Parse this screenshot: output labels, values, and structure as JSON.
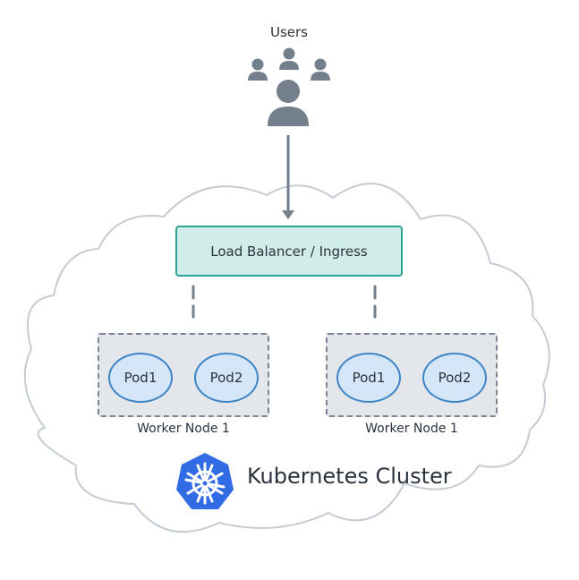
{
  "users": {
    "label": "Users",
    "icon": "users-group-icon"
  },
  "load_balancer": {
    "label": "Load Balancer / Ingress"
  },
  "nodes": [
    {
      "label": "Worker Node 1",
      "pods": [
        "Pod1",
        "Pod2"
      ]
    },
    {
      "label": "Worker Node 1",
      "pods": [
        "Pod1",
        "Pod2"
      ]
    }
  ],
  "cluster": {
    "label": "Kubernetes Cluster",
    "icon": "kubernetes-logo-icon"
  },
  "colors": {
    "cloud_stroke": "#c5ccd4",
    "arrow": "#737f8c",
    "lb_fill": "#d1ede9",
    "lb_border": "#2aa496",
    "node_fill": "#e3e6ea",
    "pod_fill": "#d4e6f7",
    "pod_border": "#3d85c6",
    "k8s_blue": "#326ce5"
  }
}
